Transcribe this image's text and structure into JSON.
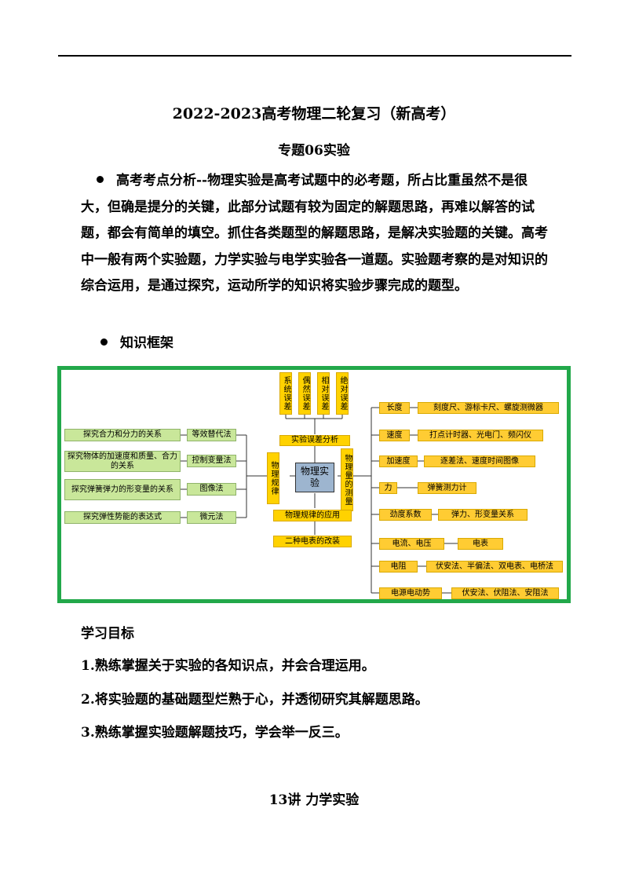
{
  "title": "2022-2023高考物理二轮复习（新高考）",
  "subtitle": "专题06实验",
  "intro_paragraph": "高考考点分析--物理实验是高考试题中的必考题，所占比重虽然不是很大，但确是提分的关键，此部分试题有较为固定的解题思路，再难以解答的试题，都会有简单的填空。抓住各类题型的解题思路，是解决实验题的关键。高考中一般有两个实验题，力学实验与电学实验各一道题。实验题考察的是对知识的综合运用，是通过探究，运动所学的知识将实验步骤完成的题型。",
  "framework_heading": "知识框架",
  "mindmap": {
    "center": "物理实验",
    "left_branch": "物理规律",
    "right_branch": "物理量的测量",
    "top_branch": "实验误差分析",
    "bottom_branches": [
      "物理规律的应用",
      "二种电表的改装"
    ],
    "errors": [
      "系统误差",
      "偶然误差",
      "相对误差",
      "绝对误差"
    ],
    "laws": [
      {
        "experiment": "探究合力和分力的关系",
        "method": "等效替代法"
      },
      {
        "experiment": "探究物体的加速度和质量、合力的关系",
        "method": "控制变量法"
      },
      {
        "experiment": "探究弹簧弹力的形变量的关系",
        "method": "图像法"
      },
      {
        "experiment": "探究弹性势能的表达式",
        "method": "微元法"
      }
    ],
    "measurements": [
      {
        "quantity": "长度",
        "tools": "刻度尺、游标卡尺、螺旋测微器"
      },
      {
        "quantity": "速度",
        "tools": "打点计时器、光电门、频闪仪"
      },
      {
        "quantity": "加速度",
        "tools": "逐差法、速度时间图像"
      },
      {
        "quantity": "力",
        "tools": "弹簧测力计"
      },
      {
        "quantity": "劲度系数",
        "tools": "弹力、形变量关系"
      },
      {
        "quantity": "电流、电压",
        "tools": "电表"
      },
      {
        "quantity": "电阻",
        "tools": "伏安法、半偏法、双电表、电桥法"
      },
      {
        "quantity": "电源电动势",
        "tools": "伏安法、伏阻法、安阻法"
      }
    ]
  },
  "goals_heading": "学习目标",
  "goals": [
    "1.熟练掌握关于实验的各知识点，并会合理运用。",
    "2.将实验题的基础题型烂熟于心，并透彻研究其解题思路。",
    "3.熟练掌握实验题解题技巧，学会举一反三。"
  ],
  "lecture_title": "13讲  力学实验",
  "colors": {
    "frame": "#22a84a",
    "green_box": "#c9e79a",
    "yellow_box": "#ffd200",
    "center_box": "#9db5cf"
  }
}
